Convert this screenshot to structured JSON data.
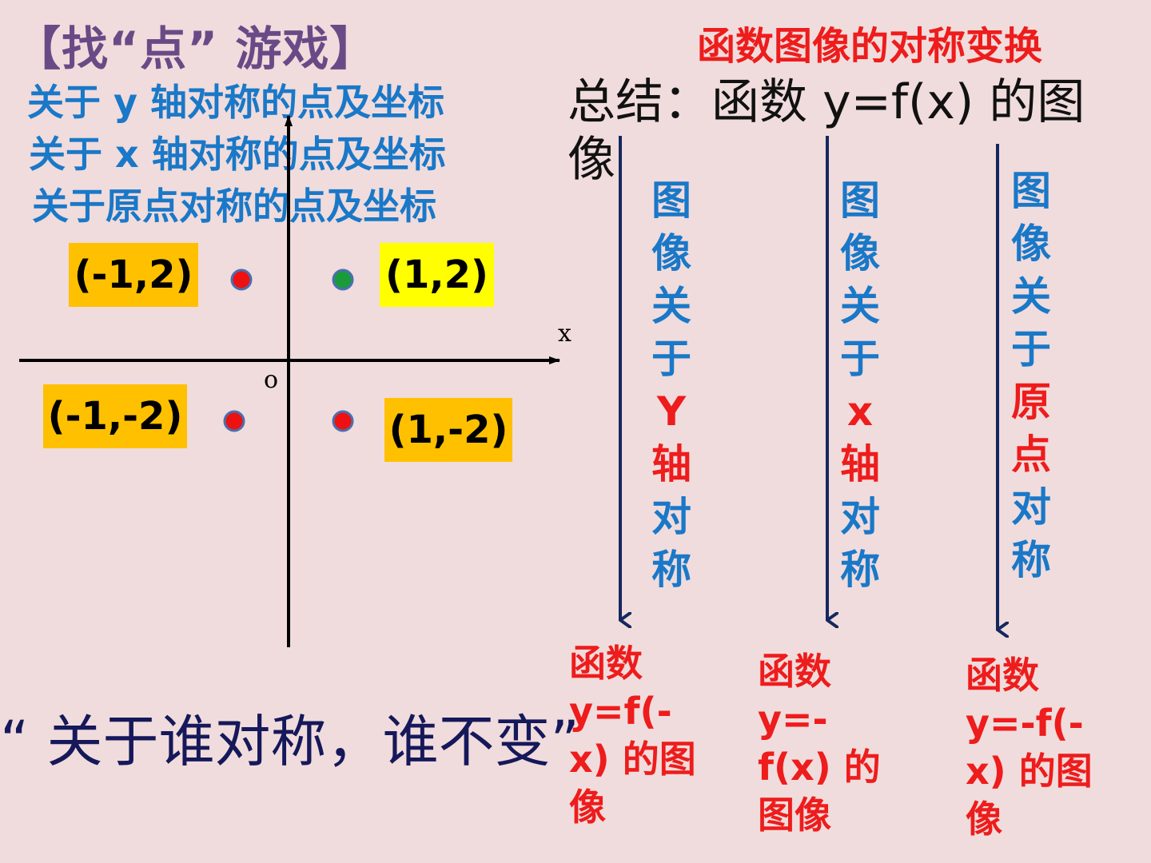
{
  "game_title": "【找“点” 游戏】",
  "main_title": "函数图像的对称变换",
  "questions": [
    "关于 y 轴对称的点及坐标",
    "关于 x 轴对称的点及坐标",
    "关于原点对称的点及坐标"
  ],
  "summary": "总结：函数 y=f(x) 的图像",
  "coords": {
    "upper_left": "(-1,2)",
    "upper_right": "(1,2)",
    "lower_left": "(-1,-2)",
    "lower_right": "(1,-2)"
  },
  "axis": {
    "x_label": "x",
    "origin_label": "o"
  },
  "columns": [
    {
      "chars": [
        "图",
        "像",
        "关",
        "于",
        "Y",
        "轴",
        "对",
        "称"
      ],
      "red": [
        4,
        5
      ]
    },
    {
      "chars": [
        "图",
        "像",
        "关",
        "于",
        "x",
        "轴",
        "对",
        "称"
      ],
      "red": [
        4,
        5
      ]
    },
    {
      "chars": [
        "图",
        "像",
        "关",
        "于",
        "原",
        "点",
        "对",
        "称"
      ],
      "red": [
        4,
        5
      ]
    }
  ],
  "results": [
    "函数 y=f(-x) 的图像",
    "函数 y=-f(x) 的图像",
    "函数 y=-f(-x) 的图像"
  ],
  "quote": "“ 关于谁对称，谁不变”",
  "colors": {
    "background": "#f0dcdc",
    "blue_text": "#1a78c8",
    "red_text": "#ee1c1c",
    "dark_navy": "#15185a",
    "point_red": "#ee1111",
    "point_green": "#1a9a3a"
  }
}
